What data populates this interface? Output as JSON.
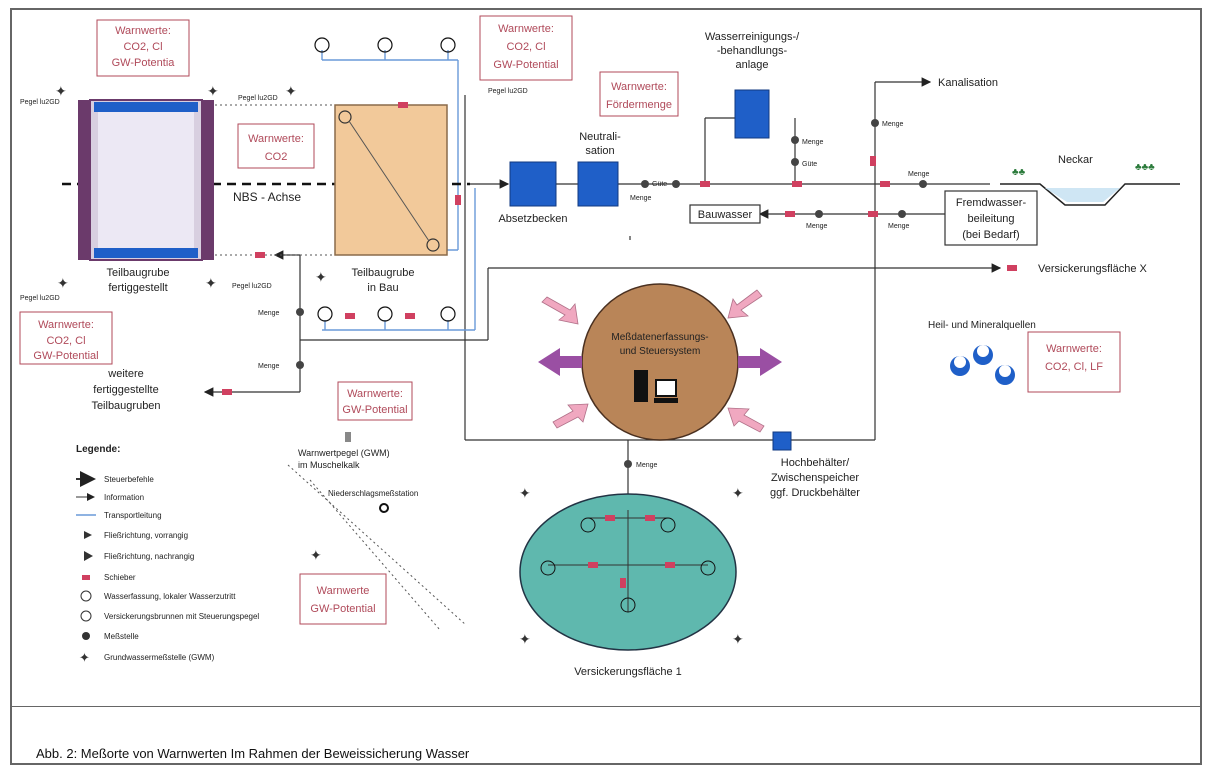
{
  "caption": "Abb. 2: Meßorte von Warnwerten Im Rahmen der Beweissicherung Wasser",
  "warn_boxes": {
    "top_left": [
      "Warnwerte:",
      "CO2, Cl",
      "GW-Potentia"
    ],
    "top_center": [
      "Warnwerte:",
      "CO2, Cl",
      "GW-Potential"
    ],
    "co2": [
      "Warnwerte:",
      "CO2"
    ],
    "foerder": [
      "Warnwerte:",
      "Fördermenge"
    ],
    "left": [
      "Warnwerte:",
      "CO2, Cl",
      "GW-Potential"
    ],
    "gw_potential": [
      "Warnwerte:",
      "GW-Potential"
    ],
    "gw_potential_bottom": [
      "Warnwerte",
      "GW-Potential"
    ],
    "heil": [
      "Warnwerte:",
      "CO2, Cl, LF"
    ]
  },
  "labels": {
    "pegel_1": "Pegel lu2GD",
    "pegel_2": "Pegel lu2GD",
    "pegel_3": "Pegel lu2GD",
    "pegel_4": "Pegel lu2GD",
    "pegel_5": "Pegel lu2GD",
    "teilbaugrube_fertig": [
      "Teilbaugrube",
      "fertiggestellt"
    ],
    "teilbaugrube_bau": [
      "Teilbaugrube",
      "in Bau"
    ],
    "nbs_achse": "NBS - Achse",
    "absetzbecken": "Absetzbecken",
    "neutralisation": [
      "Neutrali-",
      "sation"
    ],
    "wasserreinigung": [
      "Wasserreinigungs-/",
      "-behandlungs-",
      "anlage"
    ],
    "kanalisation": "Kanalisation",
    "neckar": "Neckar",
    "fremdwasser": [
      "Fremdwasser-",
      "beileitung",
      "(bei Bedarf)"
    ],
    "bauwasser": "Bauwasser",
    "versickerungsflaeche_x": "Versickerungsfläche X",
    "messdaten": [
      "Meßdatenerfassungs-",
      "und Steuersystem"
    ],
    "heilquellen": "Heil- und Mineralquellen",
    "weitere": [
      "weitere",
      "fertiggestellte",
      "Teilbaugruben"
    ],
    "hochbehaelter": [
      "Hochbehälter/",
      "Zwischenspeicher",
      "ggf. Druckbehälter"
    ],
    "warnwertpegel": [
      "Warnwertpegel (GWM)",
      "im Muschelkalk"
    ],
    "niederschlag": "Niederschlagsmeßstation",
    "versickerungsflaeche_1": "Versickerungsfläche 1",
    "menge": "Menge",
    "guete": "Güte"
  },
  "legend": {
    "title": "Legende:",
    "items": [
      {
        "icon": "steuerbefehle-arrow-icon",
        "text": "Steuerbefehle"
      },
      {
        "icon": "information-arrow-icon",
        "text": "Information"
      },
      {
        "icon": "transportleitung-line-icon",
        "text": "Transportleitung"
      },
      {
        "icon": "flow-primary-icon",
        "text": "Fließrichtung, vorrangig"
      },
      {
        "icon": "flow-secondary-icon",
        "text": "Fließrichtung, nachrangig"
      },
      {
        "icon": "valve-icon",
        "text": "Schieber"
      },
      {
        "icon": "circle-icon",
        "text": "Wasserfassung, lokaler Wasserzutritt"
      },
      {
        "icon": "infiltration-well-icon",
        "text": "Versickerungsbrunnen mit Steuerungspegel"
      },
      {
        "icon": "gauge-icon",
        "text": "Meßstelle"
      },
      {
        "icon": "gwm-star-icon",
        "text": "Grundwassermeßstelle (GWM)"
      }
    ]
  },
  "colors": {
    "warn_text": "#b04a5a",
    "basin_blue": "#1f5fc8",
    "pit_purple": "#6b3a6b",
    "pit_brown": "#f2c99a",
    "control_brown": "#b98558",
    "area_teal": "#5fb8ae",
    "big_arrow": "#9a4fa3",
    "pink_arrow": "#f0a8c0",
    "line_blue": "#6a9ad8"
  }
}
